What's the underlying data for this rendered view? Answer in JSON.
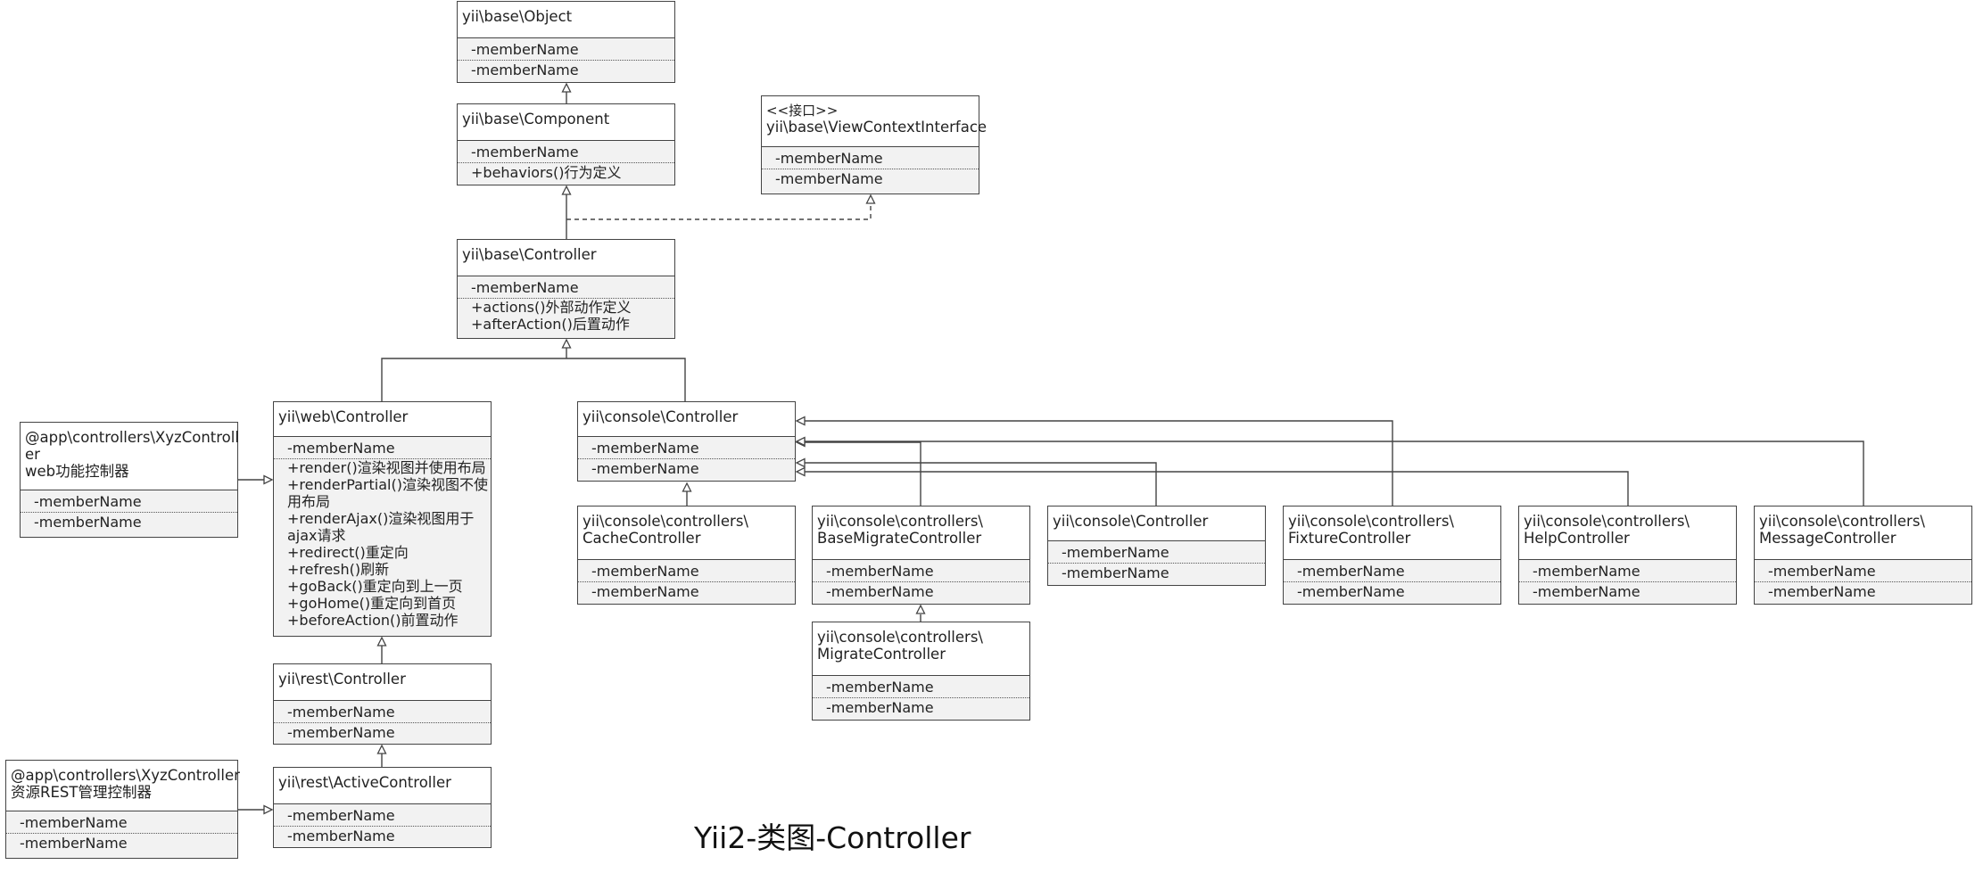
{
  "diagram": {
    "title": "Yii2-类图-Controller",
    "classes": [
      {
        "id": "base-object",
        "name": "yii\\base\\Object",
        "members": [
          "-memberName",
          "-memberName"
        ]
      },
      {
        "id": "base-component",
        "name": "yii\\base\\Component",
        "members": [
          "-memberName",
          "+behaviors()行为定义"
        ]
      },
      {
        "id": "view-context-interface",
        "stereotype": "<<接口>>",
        "name": "yii\\base\\ViewContextInterface",
        "members": [
          "-memberName",
          "-memberName"
        ]
      },
      {
        "id": "base-controller",
        "name": "yii\\base\\Controller",
        "members": [
          "-memberName",
          "+actions()外部动作定义",
          "+afterAction()后置动作"
        ]
      },
      {
        "id": "web-controller",
        "name": "yii\\web\\Controller",
        "members": [
          "-memberName",
          "+render()渲染视图并使用布局",
          "+renderPartial()渲染视图不使\n用布局",
          "+renderAjax()渲染视图用于\najax请求",
          "+redirect()重定向",
          "+refresh()刷新",
          "+goBack()重定向到上一页",
          "+goHome()重定向到首页",
          "+beforeAction()前置动作"
        ]
      },
      {
        "id": "app-web-controller",
        "name": "@app\\controllers\\XyzControll\ner\nweb功能控制器",
        "members": [
          "-memberName",
          "-memberName"
        ]
      },
      {
        "id": "rest-controller",
        "name": "yii\\rest\\Controller",
        "members": [
          "-memberName",
          "-memberName"
        ]
      },
      {
        "id": "rest-active-controller",
        "name": "yii\\rest\\ActiveController",
        "members": [
          "-memberName",
          "-memberName"
        ]
      },
      {
        "id": "app-rest-controller",
        "name": "@app\\controllers\\XyzController\n资源REST管理控制器",
        "members": [
          "-memberName",
          "-memberName"
        ]
      },
      {
        "id": "console-controller",
        "name": "yii\\console\\Controller",
        "members": [
          "-memberName",
          "-memberName"
        ]
      },
      {
        "id": "cache-controller",
        "name": "yii\\console\\controllers\\\nCacheController",
        "members": [
          "-memberName",
          "-memberName"
        ]
      },
      {
        "id": "base-migrate-controller",
        "name": "yii\\console\\controllers\\\nBaseMigrateController",
        "members": [
          "-memberName",
          "-memberName"
        ]
      },
      {
        "id": "migrate-controller",
        "name": "yii\\console\\controllers\\\nMigrateController",
        "members": [
          "-memberName",
          "-memberName"
        ]
      },
      {
        "id": "console-controller-2",
        "name": "yii\\console\\Controller",
        "members": [
          "-memberName",
          "-memberName"
        ]
      },
      {
        "id": "fixture-controller",
        "name": "yii\\console\\controllers\\\nFixtureController",
        "members": [
          "-memberName",
          "-memberName"
        ]
      },
      {
        "id": "help-controller",
        "name": "yii\\console\\controllers\\\nHelpController",
        "members": [
          "-memberName",
          "-memberName"
        ]
      },
      {
        "id": "message-controller",
        "name": "yii\\console\\controllers\\\nMessageController",
        "members": [
          "-memberName",
          "-memberName"
        ]
      }
    ],
    "relations": [
      {
        "from": "base-component",
        "to": "base-object",
        "kind": "inheritance"
      },
      {
        "from": "base-controller",
        "to": "base-component",
        "kind": "inheritance"
      },
      {
        "from": "base-controller",
        "to": "view-context-interface",
        "kind": "realization"
      },
      {
        "from": "web-controller",
        "to": "base-controller",
        "kind": "inheritance"
      },
      {
        "from": "console-controller",
        "to": "base-controller",
        "kind": "inheritance"
      },
      {
        "from": "app-web-controller",
        "to": "web-controller",
        "kind": "inheritance"
      },
      {
        "from": "rest-controller",
        "to": "web-controller",
        "kind": "inheritance"
      },
      {
        "from": "rest-active-controller",
        "to": "rest-controller",
        "kind": "inheritance"
      },
      {
        "from": "app-rest-controller",
        "to": "rest-active-controller",
        "kind": "inheritance"
      },
      {
        "from": "cache-controller",
        "to": "console-controller",
        "kind": "inheritance"
      },
      {
        "from": "base-migrate-controller",
        "to": "console-controller",
        "kind": "inheritance"
      },
      {
        "from": "migrate-controller",
        "to": "base-migrate-controller",
        "kind": "inheritance"
      },
      {
        "from": "console-controller-2",
        "to": "console-controller",
        "kind": "inheritance"
      },
      {
        "from": "fixture-controller",
        "to": "console-controller",
        "kind": "inheritance"
      },
      {
        "from": "help-controller",
        "to": "console-controller",
        "kind": "inheritance"
      },
      {
        "from": "message-controller",
        "to": "console-controller",
        "kind": "inheritance"
      }
    ]
  }
}
